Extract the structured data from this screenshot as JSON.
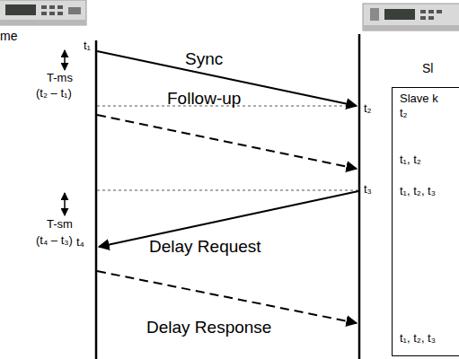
{
  "diagram": {
    "nodes": [
      {
        "text": [
          "Slave k",
          "t₂",
          "t₁, t₂",
          "t₁, t₂, t₃",
          "t₁, t₂, t₃"
        ]
      }
    ],
    "labels": [
      "me",
      "Sl",
      "t₁",
      "T-ms",
      "(t₂ – t₁)",
      "Sync",
      "t₂",
      "Follow-up",
      "t₃",
      "T-sm",
      "(t₄ – t₃)",
      "t₄",
      "Delay Request",
      "Delay Response"
    ]
  }
}
